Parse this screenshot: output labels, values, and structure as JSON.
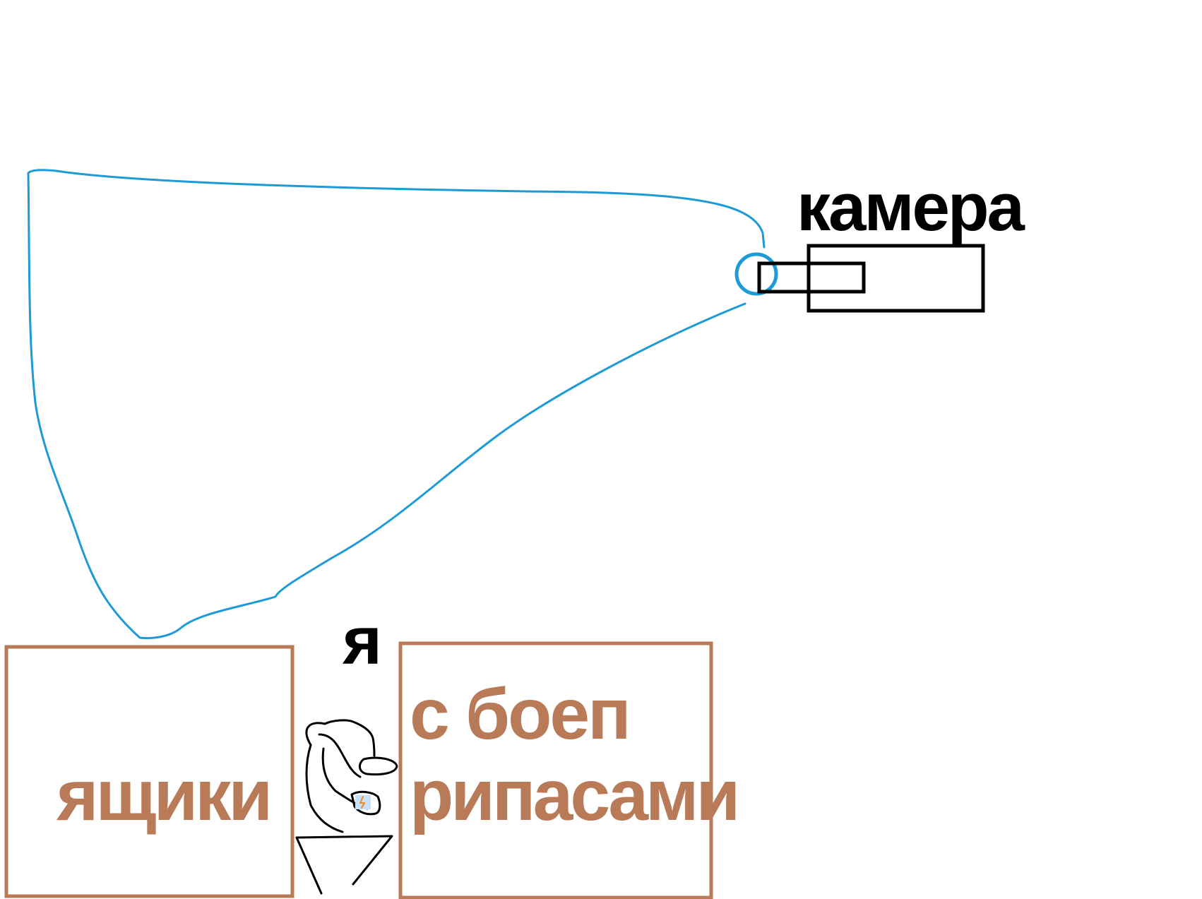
{
  "labels": {
    "camera": "камера",
    "me": "я",
    "boxes": "ящики",
    "ammo_line1": "с боеп",
    "ammo_line2": "рипасами"
  },
  "colors": {
    "background": "#ffffff",
    "outline": "#000000",
    "view_cone": "#1e9ad6",
    "crate": "#b97a57",
    "badge_fill": "#c8e1f8",
    "badge_mark": "#f08a24"
  },
  "icons": {
    "figure": "seated-person-icon",
    "camera": "camera-icon",
    "view": "camera-view-cone"
  }
}
